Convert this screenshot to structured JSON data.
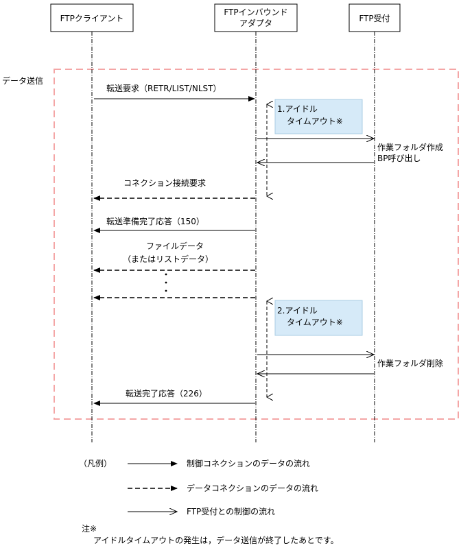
{
  "participants": {
    "client": "FTPクライアント",
    "adapter_line1": "FTPインバウンド",
    "adapter_line2": "アダプタ",
    "reception": "FTP受付"
  },
  "section_label": "データ送信",
  "messages": {
    "transfer_request": "転送要求（RETR/LIST/NLST）",
    "connection_request": "コネクション接続要求",
    "transfer_ready": "転送準備完了応答（150）",
    "file_data_line1": "ファイルデータ",
    "file_data_line2": "（またはリストデータ）",
    "transfer_complete": "転送完了応答（226）",
    "create_folder": "作業フォルダ作成",
    "bp_call": "BP呼び出し",
    "delete_folder": "作業フォルダ削除"
  },
  "idle_timeouts": {
    "first_line1": "1.アイドル",
    "first_line2": "タイムアウト※",
    "second_line1": "2.アイドル",
    "second_line2": "タイムアウト※"
  },
  "legend": {
    "title": "（凡例）",
    "control_flow": "制御コネクションのデータの流れ",
    "data_flow": "データコネクションのデータの流れ",
    "reception_flow": "FTP受付との制御の流れ"
  },
  "note": {
    "mark": "注※",
    "text": "アイドルタイムアウトの発生は，データ送信が終了したあとです。"
  },
  "colors": {
    "section_border": "#f4a6a6",
    "timeout_box": "#d6eaf8",
    "timeout_box_border": "#a9cce3"
  }
}
